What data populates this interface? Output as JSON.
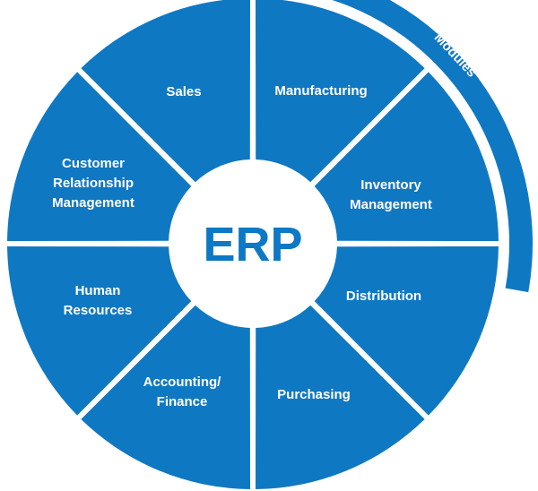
{
  "center": {
    "title": "ERP"
  },
  "arc": {
    "label": "Modules"
  },
  "colors": {
    "segment_fill": "#0f78c3",
    "center_fill": "#ffffff",
    "center_text": "#0d78c4",
    "label_text": "#ffffff",
    "background": "#ffffff"
  },
  "segments": [
    {
      "name": "Sales",
      "lines": [
        "Sales"
      ]
    },
    {
      "name": "Manufacturing",
      "lines": [
        "Manufacturing"
      ]
    },
    {
      "name": "Inventory Management",
      "lines": [
        "Inventory",
        "Management"
      ]
    },
    {
      "name": "Distribution",
      "lines": [
        "Distribution"
      ]
    },
    {
      "name": "Purchasing",
      "lines": [
        "Purchasing"
      ]
    },
    {
      "name": "Accounting/ Finance",
      "lines": [
        "Accounting/",
        "Finance"
      ]
    },
    {
      "name": "Human Resources",
      "lines": [
        "Human",
        "Resources"
      ]
    },
    {
      "name": "Customer Relationship Management",
      "lines": [
        "Customer",
        "Relationship",
        "Management"
      ]
    }
  ]
}
